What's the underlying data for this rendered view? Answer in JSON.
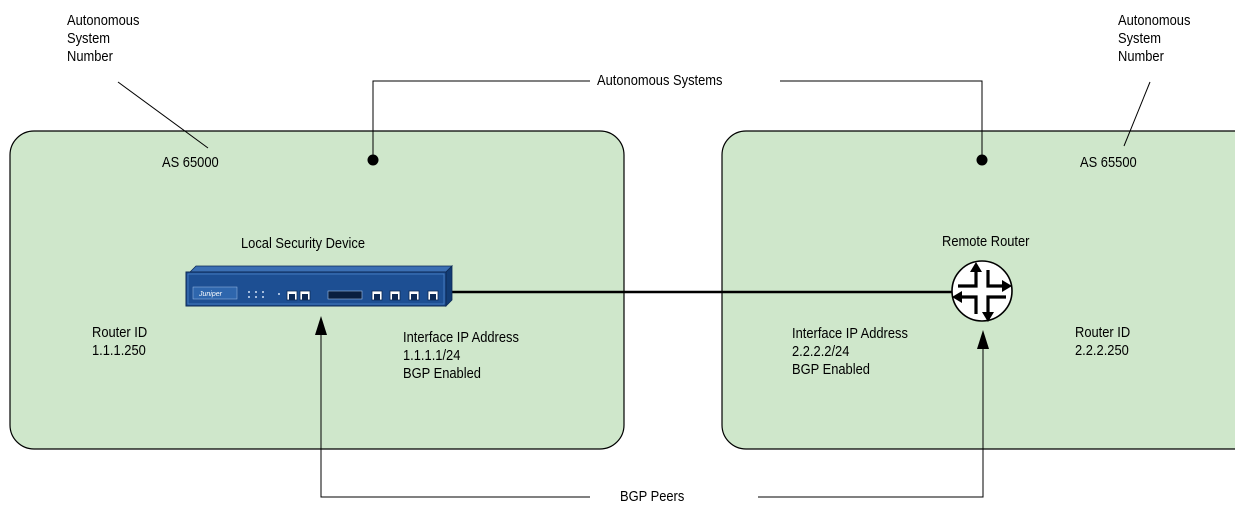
{
  "colors": {
    "as_fill": "#cfe7cb",
    "line": "#000000",
    "device_body": "#1d4f93"
  },
  "labels": {
    "asn_left": [
      "Autonomous",
      "System",
      "Number"
    ],
    "asn_right": [
      "Autonomous",
      "System",
      "Number"
    ],
    "autonomous_systems": "Autonomous Systems",
    "as_left": "AS 65000",
    "as_right": "AS 65500",
    "local_device": "Local Security Device",
    "remote_router": "Remote Router",
    "left_router_id": [
      "Router ID",
      "1.1.1.250"
    ],
    "left_interface": [
      "Interface IP Address",
      "1.1.1.1/24",
      "BGP Enabled"
    ],
    "right_interface": [
      "Interface IP Address",
      "2.2.2.2/24",
      "BGP Enabled"
    ],
    "right_router_id": [
      "Router ID",
      "2.2.2.250"
    ],
    "bgp_peers": "BGP Peers",
    "device_brand": "Juniper"
  },
  "icons": {
    "security_device": "security-appliance-icon",
    "router": "router-icon"
  }
}
